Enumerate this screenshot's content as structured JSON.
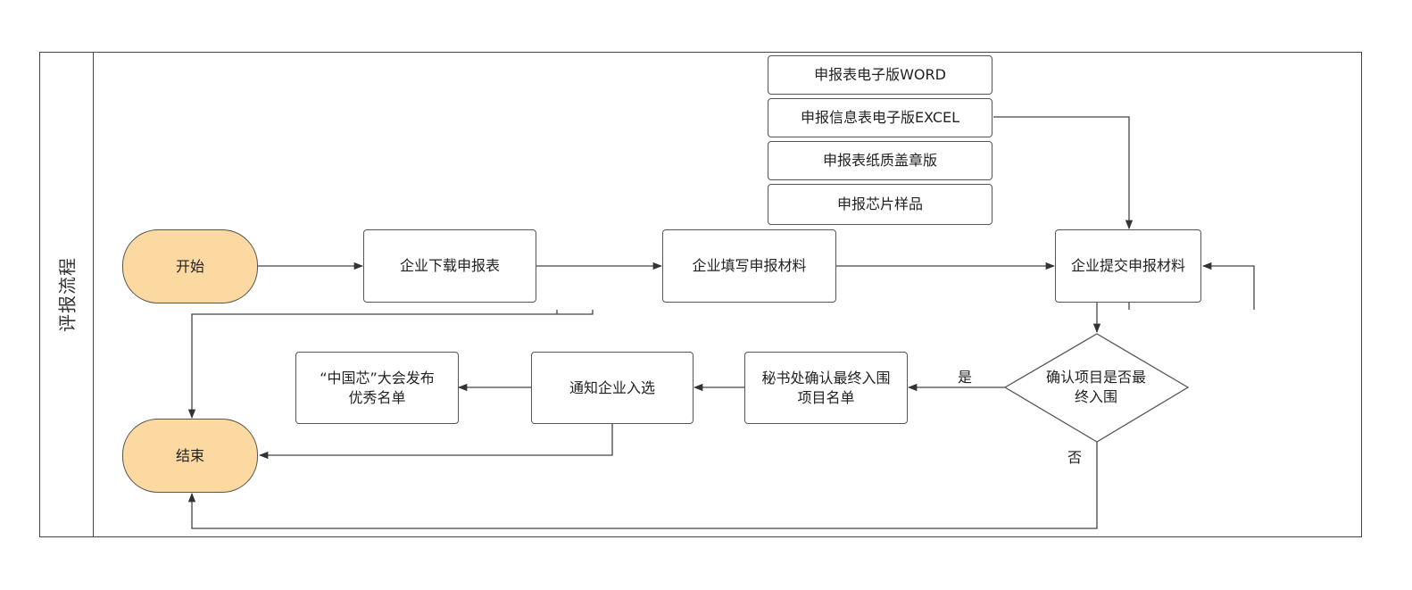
{
  "lane": {
    "title": "评报流程"
  },
  "nodes": {
    "start": "开始",
    "download": "企业下载申报表",
    "fill": "企业填写申报材料",
    "submit": "企业提交申报材料",
    "decision": "确认项目是否最终入围",
    "confirm": "秘书处确认最终入围项目名单",
    "notify": "通知企业入选",
    "publish": "“中国芯”大会发布优秀名单",
    "end": "结束"
  },
  "materials": [
    "申报表电子版WORD",
    "申报信息表电子版EXCEL",
    "申报表纸质盖章版",
    "申报芯片样品"
  ],
  "edge_labels": {
    "yes": "是",
    "no": "否"
  },
  "colors": {
    "terminal_fill": "#fbd9a0",
    "line": "#444444"
  }
}
